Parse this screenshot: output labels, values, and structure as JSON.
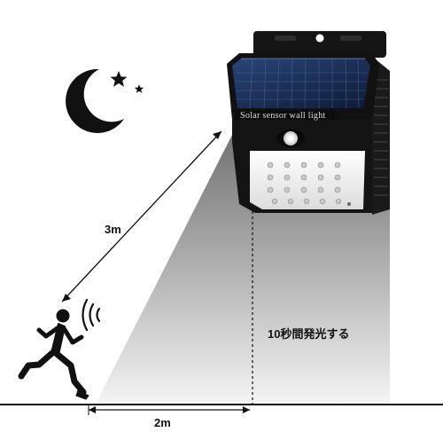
{
  "labels": {
    "distance_diagonal": "3m",
    "distance_ground": "2m",
    "light_duration": "10秒間発光する"
  },
  "product": {
    "plate_text": "Solar sensor wall light"
  },
  "icons": [
    "moon-icon",
    "star-icon",
    "motion-waves-icon",
    "running-person-icon"
  ],
  "colors": {
    "device_body": "#111111",
    "solar_panel": "#1c2f5a",
    "light_beam": "#9a9a9a",
    "background": "#ffffff"
  }
}
